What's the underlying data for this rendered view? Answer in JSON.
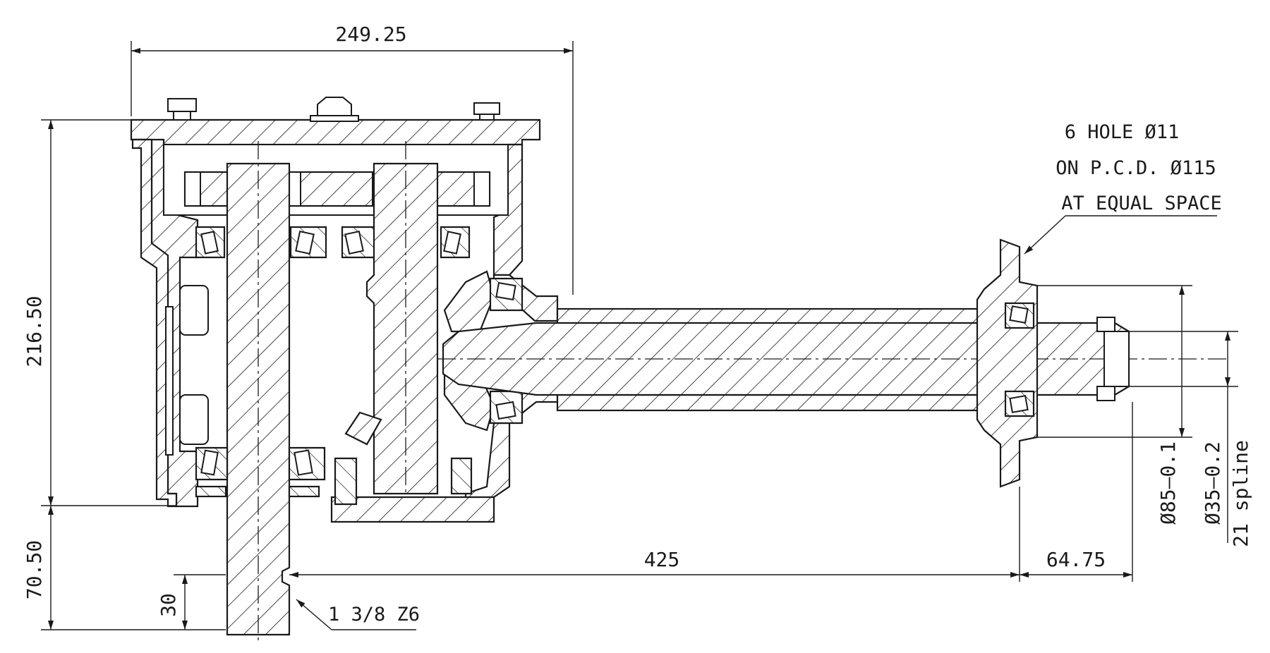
{
  "drawing": {
    "dimensions": {
      "overall_width": "249.25",
      "height_total": "216.50",
      "height_lower": "70.50",
      "shaft_stub": "30",
      "shaft_length": "425",
      "shaft_end": "64.75",
      "flange_diameter": "Ø85–0.1",
      "shaft_diameter": "Ø35–0.2",
      "spline": "21 spline"
    },
    "notes": {
      "hole_line1": "6 HOLE Ø11",
      "hole_line2": "ON P.C.D. Ø115",
      "hole_line3": "AT EQUAL SPACE",
      "input_shaft": "1 3/8 Z6"
    }
  }
}
